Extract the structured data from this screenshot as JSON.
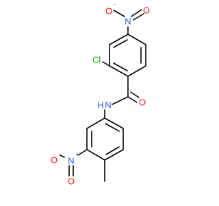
{
  "molecule": {
    "atoms": {
      "o_nitro_top_left": {
        "text": "O",
        "charge": "-",
        "color": "#ff0d0d"
      },
      "n_nitro_top": {
        "text": "N",
        "charge": "+",
        "color": "#3050f8"
      },
      "o_nitro_top_right": {
        "text": "O",
        "color": "#ff0d0d"
      },
      "cl": {
        "text": "Cl",
        "color": "#1fa01f"
      },
      "o_amide": {
        "text": "O",
        "color": "#ff0d0d"
      },
      "nh_amide": {
        "text": "N",
        "h": "H",
        "color": "#3050f8"
      },
      "o_nitro_bottom_left": {
        "text": "O",
        "charge": "-",
        "color": "#ff0d0d"
      },
      "n_nitro_bottom": {
        "text": "N",
        "charge": "+",
        "color": "#3050f8"
      },
      "o_nitro_bottom_bottom": {
        "text": "O",
        "color": "#ff0d0d"
      }
    }
  }
}
